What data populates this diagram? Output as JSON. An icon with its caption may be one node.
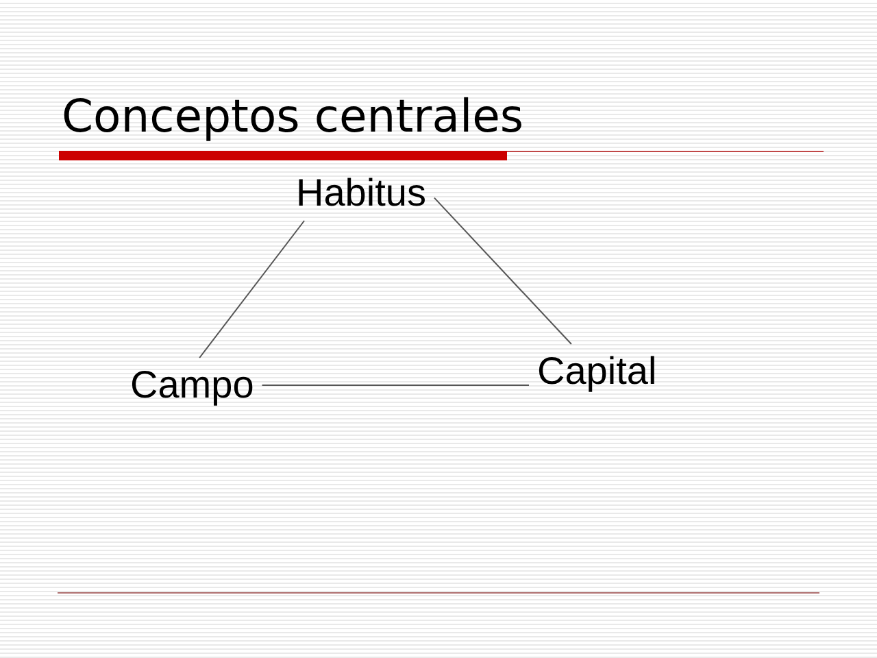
{
  "diagram": {
    "title": "Conceptos centrales",
    "nodes": [
      {
        "text": [
          "Habitus"
        ]
      },
      {
        "text": [
          "Campo"
        ]
      },
      {
        "text": [
          "Capital"
        ]
      }
    ],
    "edges": [
      {
        "from": 0,
        "to": 1,
        "arrow": "none"
      },
      {
        "from": 0,
        "to": 2,
        "arrow": "none"
      },
      {
        "from": 1,
        "to": 2,
        "arrow": "none"
      }
    ]
  }
}
